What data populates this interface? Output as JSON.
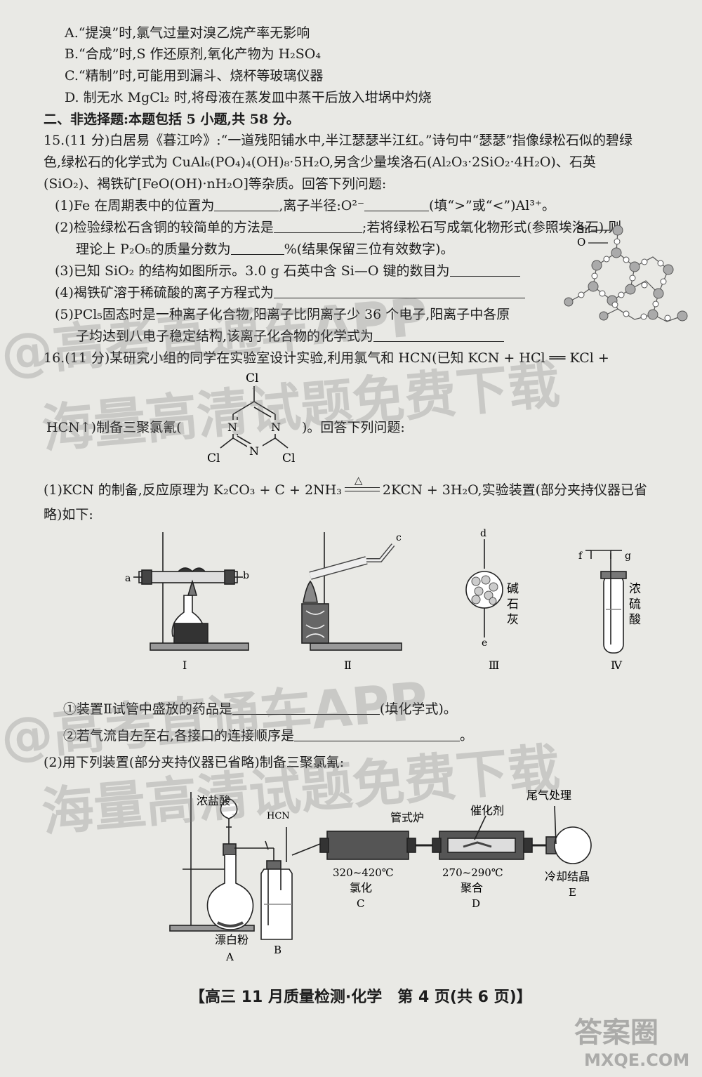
{
  "optA": "A.“提溴”时,氯气过量对溴乙烷产率无影响",
  "optB": "B.“合成”时,S 作还原剂,氧化产物为 H₂SO₄",
  "optC": "C.“精制”时,可能用到漏斗、烧杯等玻璃仪器",
  "optD": "D. 制无水 MgCl₂ 时,将母液在蒸发皿中蒸干后放入坩埚中灼烧",
  "section2": "二、非选择题:本题包括 5 小题,共 58 分。",
  "q15": {
    "l1": "15.(11 分)白居易《暮江吟》:“一道残阳铺水中,半江瑟瑟半江红。”诗句中“瑟瑟”指像绿松石似的碧绿",
    "l2": "色,绿松石的化学式为 CuAl₆(PO₄)₄(OH)₈·5H₂O,另含少量埃洛石(Al₂O₃·2SiO₂·4H₂O)、石英",
    "l3": "(SiO₂)、褐铁矿[FeO(OH)·nH₂O]等杂质。回答下列问题:",
    "p1a": "(1)Fe 在周期表中的位置为",
    "p1b": ",离子半径:O²⁻",
    "p1c": "(填“>”或“<”)Al³⁺。",
    "p2a": "(2)检验绿松石含铜的较简单的方法是",
    "p2b": ";若将绿松石写成氧化物形式(参照埃洛石),则",
    "p2c": "理论上 P₂O₅的质量分数为",
    "p2d": "%(结果保留三位有效数字)。",
    "p3": "(3)已知 SiO₂ 的结构如图所示。3.0 g 石英中含 Si—O 键的数目为",
    "p4": "(4)褐铁矿溶于稀硫酸的离子方程式为",
    "p5a": "(5)PCl₅固态时是一种离子化合物,阳离子比阴离子少 36 个电子,阳离子中各原",
    "p5b": "子均达到八电子稳定结构,该离子化合物的化学式为",
    "si": "Si",
    "o": "O"
  },
  "q16": {
    "l1": "16.(11 分)某研究小组的同学在实验室设计实验,利用氯气和 HCN(已知 KCN + HCl ══ KCl +",
    "l2a": "HCN↑)制备三聚氯氰(",
    "l2b": ")。回答下列问题:",
    "cl": "Cl",
    "n": "N",
    "p1a": "(1)KCN 的制备,反应原理为 K₂CO₃ + C + 2NH₃",
    "heat": "△",
    "p1b": "2KCN + 3H₂O,实验装置(部分夹持仪器已省",
    "p1c": "略)如下:",
    "s1": "①装置Ⅱ试管中盛放的药品是",
    "s1b": "(填化学式)。",
    "s2": "②若气流自左至右,各接口的连接顺序是",
    "s2b": "。",
    "p2": "(2)用下列装置(部分夹持仪器已省略)制备三聚氯氰:",
    "app1": {
      "a": "a",
      "b": "b",
      "c": "c",
      "d": "d",
      "e": "e",
      "f": "f",
      "g": "g",
      "r1": "I",
      "r2": "Ⅱ",
      "r3": "Ⅲ",
      "r4": "Ⅳ",
      "soda": [
        "碱",
        "石",
        "灰"
      ],
      "acid": [
        "浓",
        "硫",
        "酸"
      ]
    },
    "app2": {
      "hcl": "浓盐酸",
      "hcn": "HCN",
      "furnace": "管式炉",
      "catalyst": "催化剂",
      "tail": "尾气处理",
      "t1": "320~420℃",
      "c1": "氯化",
      "t2": "270~290℃",
      "c2": "聚合",
      "cool": "冷却结晶",
      "bleach": "漂白粉",
      "A": "A",
      "B": "B",
      "C": "C",
      "D": "D",
      "E": "E"
    }
  },
  "footer": "【高三 11 月质量检测·化学　第 4 页(共 6 页)】",
  "watermarks": [
    "@高考直通车APP",
    "海量高清试题免费下载"
  ],
  "logo": {
    "main": "答案圈",
    "url": "MXQE.COM"
  }
}
